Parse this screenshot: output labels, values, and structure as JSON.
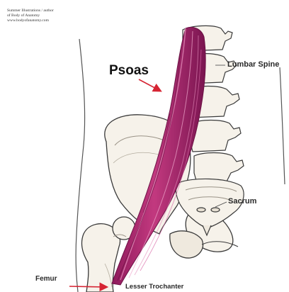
{
  "credit": {
    "line1": "Summer Illustrations / author",
    "line2": "of Body of Anatomy",
    "line3": "www.bodyofanatomy.com"
  },
  "labels": {
    "psoas": "Psoas",
    "lumbar_spine": "Lumbar Spine",
    "sacrum": "Sacrum",
    "femur": "Femur",
    "lesser_trochanter": "Lesser Trochanter"
  },
  "colors": {
    "muscle": "#b2276f",
    "muscle_dark": "#7d1650",
    "muscle_light": "#e58fbc",
    "bone": "#f6f2ea",
    "bone_shade": "#cfc8bb",
    "outline": "#3a3a3a",
    "arrow": "#d62433"
  }
}
